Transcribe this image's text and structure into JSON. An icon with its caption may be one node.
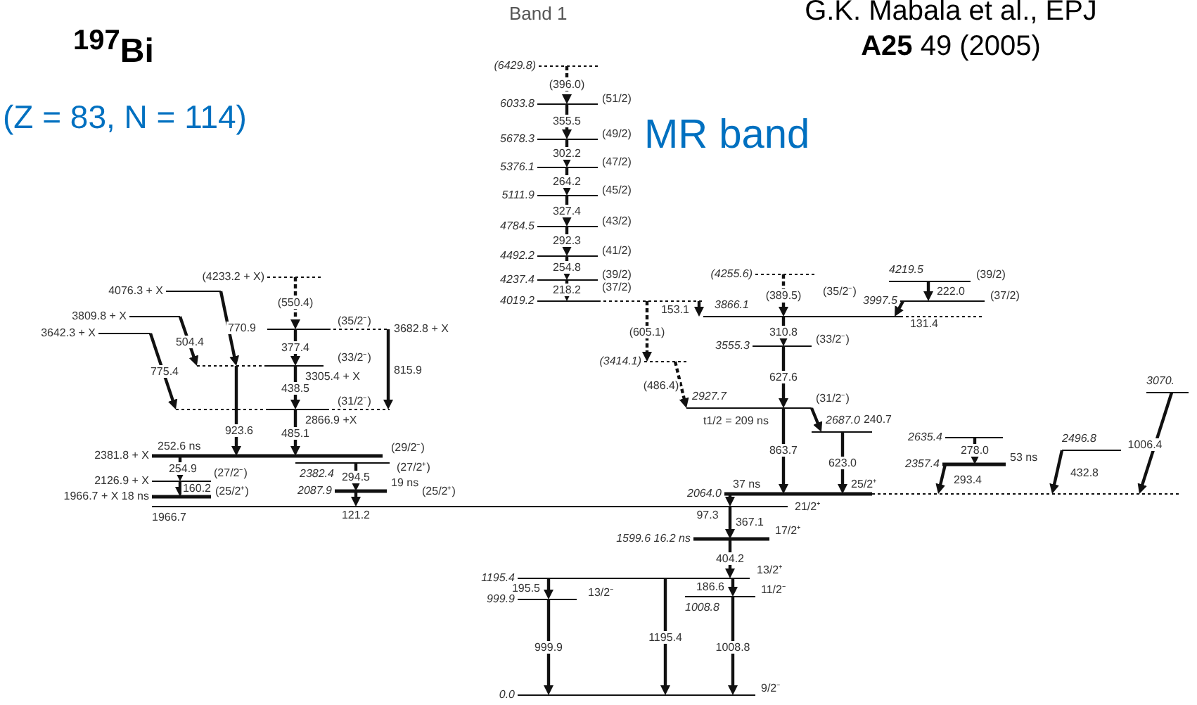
{
  "diagram": {
    "title": "$^{197}$Bi",
    "nodes": [
      {
        "text": [
          "(6429.8)"
        ]
      },
      {
        "text": [
          "6033.8"
        ],
        "beside": [
          "(51/2)"
        ]
      },
      {
        "text": [
          "5678.3"
        ],
        "beside": [
          "(49/2)"
        ]
      },
      {
        "text": [
          "5376.1"
        ],
        "beside": [
          "(47/2)"
        ]
      },
      {
        "text": [
          "5111.9"
        ],
        "beside": [
          "(45/2)"
        ]
      },
      {
        "text": [
          "4784.5"
        ],
        "beside": [
          "(43/2)"
        ]
      },
      {
        "text": [
          "4492.2"
        ],
        "beside": [
          "(41/2)"
        ]
      },
      {
        "text": [
          "4237.4"
        ],
        "beside": [
          "(39/2)"
        ]
      },
      {
        "text": [
          "4019.2"
        ],
        "beside": [
          "(37/2)"
        ]
      },
      {
        "text": [
          "(3414.1)"
        ]
      },
      {
        "text": [
          "(4255.6)"
        ]
      },
      {
        "text": [
          "3866.1"
        ],
        "beside": [
          "(35/2⁻)"
        ]
      },
      {
        "text": [
          "3555.3"
        ],
        "beside": [
          "(33/2⁻)"
        ]
      },
      {
        "text": [
          "2927.7"
        ],
        "beside": [
          "(31/2⁻)",
          "t1/2 = 209 ns"
        ]
      },
      {
        "text": [
          "2687.0"
        ]
      },
      {
        "text": [
          "2064.0"
        ],
        "beside": [
          "37 ns",
          "25/2⁺"
        ]
      },
      {
        "text": [
          "1966.7"
        ],
        "beside": [
          "21/2⁺"
        ]
      },
      {
        "text": [
          "1599.6",
          "16.2 ns"
        ],
        "beside": [
          "17/2⁺"
        ]
      },
      {
        "text": [
          "1195.4"
        ],
        "beside": [
          "13/2⁺"
        ]
      },
      {
        "text": [
          "999.9"
        ],
        "beside": [
          "13/2⁻"
        ]
      },
      {
        "text": [
          "1008.8"
        ],
        "beside": [
          "11/2⁻"
        ]
      },
      {
        "text": [
          "0.0"
        ],
        "beside": [
          "9/2⁻"
        ]
      },
      {
        "text": [
          "4219.5"
        ],
        "beside": [
          "(39/2)"
        ]
      },
      {
        "text": [
          "3997.5"
        ],
        "beside": [
          "(37/2)"
        ]
      },
      {
        "text": [
          "2635.4"
        ]
      },
      {
        "text": [
          "2357.4"
        ],
        "beside": [
          "53 ns"
        ]
      },
      {
        "text": [
          "2496.8"
        ]
      },
      {
        "text": [
          "3070."
        ]
      },
      {
        "text": [
          "(4233.2 + X)"
        ]
      },
      {
        "text": [
          "4076.3 + X"
        ]
      },
      {
        "text": [
          "3809.8 + X"
        ]
      },
      {
        "text": [
          "3642.3 + X"
        ]
      },
      {
        "text": [
          "3682.8 + X"
        ],
        "beside": [
          "(35/2⁻)"
        ]
      },
      {
        "text": [
          "3305.4 + X"
        ],
        "beside": [
          "(33/2⁻)"
        ]
      },
      {
        "text": [
          "2866.9 +X"
        ],
        "beside": [
          "(31/2⁻)"
        ]
      },
      {
        "text": [
          "2381.8 + X"
        ],
        "beside": [
          "252.6 ns",
          "(29/2⁻)"
        ]
      },
      {
        "text": [
          "2382.4"
        ],
        "beside": [
          "(27/2⁺)"
        ]
      },
      {
        "text": [
          "2126.9 + X"
        ],
        "beside": [
          "(27/2⁻)"
        ]
      },
      {
        "text": [
          "1966.7 + X",
          "18 ns"
        ],
        "beside": [
          "(25/2⁺)"
        ]
      },
      {
        "text": [
          "2087.9"
        ],
        "beside": [
          "19 ns",
          "(25/2⁺)"
        ]
      }
    ],
    "edges": [
      {
        "from": 0,
        "to": 1,
        "arrow": "to",
        "label": "(396.0)",
        "style": "dashed"
      },
      {
        "from": 1,
        "to": 2,
        "arrow": "to",
        "label": "355.5"
      },
      {
        "from": 2,
        "to": 3,
        "arrow": "to",
        "label": "302.2"
      },
      {
        "from": 3,
        "to": 4,
        "arrow": "to",
        "label": "264.2"
      },
      {
        "from": 4,
        "to": 5,
        "arrow": "to",
        "label": "327.4"
      },
      {
        "from": 5,
        "to": 6,
        "arrow": "to",
        "label": "292.3"
      },
      {
        "from": 6,
        "to": 7,
        "arrow": "to",
        "label": "254.8"
      },
      {
        "from": 7,
        "to": 8,
        "arrow": "to",
        "label": "218.2"
      },
      {
        "from": 8,
        "to": 9,
        "arrow": "to",
        "label": "(605.1)",
        "style": "dashed"
      },
      {
        "from": 8,
        "to": 11,
        "arrow": "to",
        "label": "153.1"
      },
      {
        "from": 9,
        "to": 13,
        "arrow": "to",
        "label": "(486.4)",
        "style": "dashed"
      },
      {
        "from": 10,
        "to": 11,
        "arrow": "to",
        "label": "(389.5)",
        "style": "dashed"
      },
      {
        "from": 11,
        "to": 12,
        "arrow": "to",
        "label": "310.8"
      },
      {
        "from": 12,
        "to": 13,
        "arrow": "to",
        "label": "627.6"
      },
      {
        "from": 13,
        "to": 14,
        "arrow": "to",
        "label": "240.7"
      },
      {
        "from": 13,
        "to": 15,
        "arrow": "to",
        "label": "863.7"
      },
      {
        "from": 14,
        "to": 15,
        "arrow": "to",
        "label": "623.0"
      },
      {
        "from": 15,
        "to": 16,
        "arrow": "to",
        "label": "97.3"
      },
      {
        "from": 16,
        "to": 17,
        "arrow": "to",
        "label": "367.1"
      },
      {
        "from": 17,
        "to": 18,
        "arrow": "to",
        "label": "404.2"
      },
      {
        "from": 18,
        "to": 19,
        "arrow": "to",
        "label": "195.5"
      },
      {
        "from": 18,
        "to": 20,
        "arrow": "to",
        "label": "186.6"
      },
      {
        "from": 19,
        "to": 21,
        "arrow": "to",
        "label": "999.9"
      },
      {
        "from": 18,
        "to": 21,
        "arrow": "to",
        "label": "1195.4"
      },
      {
        "from": 20,
        "to": 21,
        "arrow": "to",
        "label": "1008.8"
      },
      {
        "from": 22,
        "to": 23,
        "arrow": "to",
        "label": "222.0"
      },
      {
        "from": 23,
        "to": 11,
        "arrow": "to",
        "label": "131.4"
      },
      {
        "from": 24,
        "to": 25,
        "arrow": "to",
        "label": "278.0"
      },
      {
        "from": 25,
        "to": 15,
        "arrow": "to",
        "label": "293.4"
      },
      {
        "from": 26,
        "to": 15,
        "arrow": "to",
        "label": "432.8"
      },
      {
        "from": 27,
        "to": 15,
        "arrow": "to",
        "label": "1006.4"
      },
      {
        "from": 28,
        "to": 32,
        "arrow": "to",
        "label": "(550.4)",
        "style": "dashed"
      },
      {
        "from": 29,
        "to": 33,
        "arrow": "to",
        "label": "770.9"
      },
      {
        "from": 33,
        "to": 35,
        "arrow": "to",
        "label": "923.6"
      },
      {
        "from": 30,
        "to": 33,
        "arrow": "to",
        "label": "504.4"
      },
      {
        "from": 31,
        "to": 34,
        "arrow": "to",
        "label": "775.4"
      },
      {
        "from": 32,
        "to": 33,
        "arrow": "to",
        "label": "377.4"
      },
      {
        "from": 33,
        "to": 34,
        "arrow": "to",
        "label": "438.5"
      },
      {
        "from": 34,
        "to": 35,
        "arrow": "to",
        "label": "485.1"
      },
      {
        "from": 32,
        "to": 34,
        "arrow": "to",
        "label": "815.9"
      },
      {
        "from": 35,
        "to": 37,
        "arrow": "to",
        "label": "254.9"
      },
      {
        "from": 37,
        "to": 38,
        "arrow": "to",
        "label": "160.2"
      },
      {
        "from": 36,
        "to": 39,
        "arrow": "to",
        "label": "294.5"
      },
      {
        "from": 39,
        "to": 16,
        "arrow": "to",
        "label": "121.2"
      }
    ],
    "labels": [
      "Band 1",
      "(Z = 83, N = 114)",
      "MR band",
      "G.K. Mabala et al., EPJ **A25** 49 (2005)"
    ]
  }
}
